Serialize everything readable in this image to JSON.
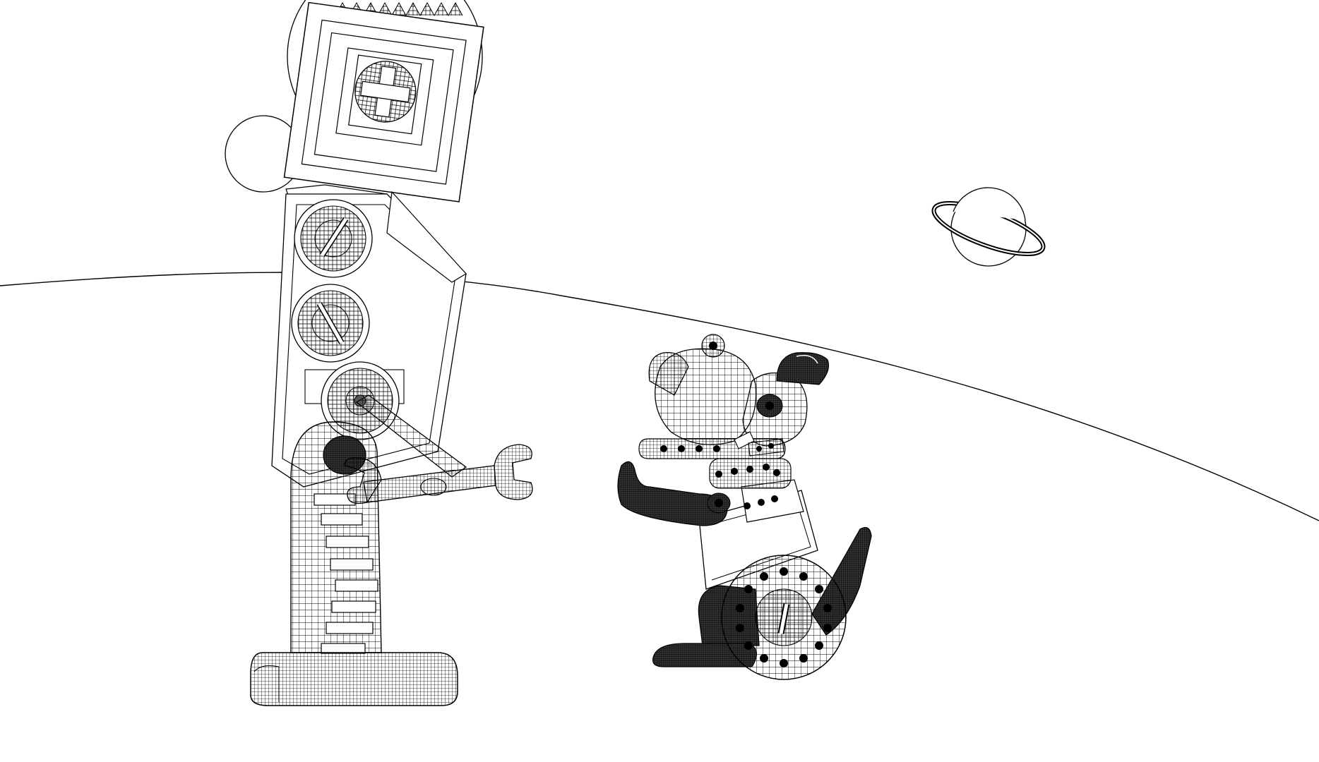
{
  "scene": {
    "style": "wireframe line drawing",
    "background_color": "#ffffff",
    "line_color": "#000000",
    "objects": {
      "horizon": "horizon-curve",
      "planet": "ringed-planet-icon",
      "robot": "robot-figure",
      "wrench": "wrench-icon",
      "kangaroo": "robot-kangaroo-figure"
    }
  }
}
